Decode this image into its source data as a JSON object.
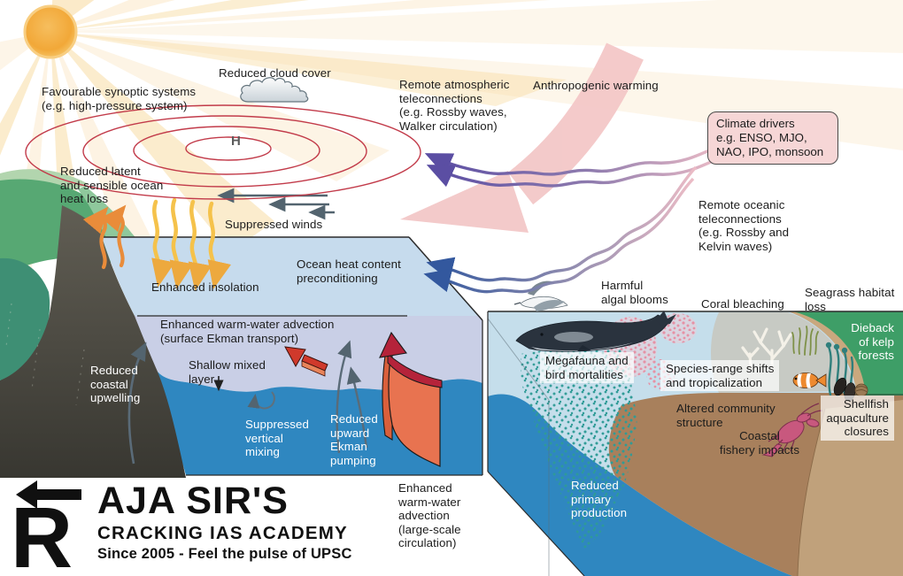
{
  "title": "Marine heatwave drivers and impacts diagram",
  "labels": {
    "favourable_synoptic": "Favourable synoptic systems\n(e.g. high-pressure system)",
    "reduced_cloud_cover": "Reduced cloud cover",
    "remote_atmospheric": "Remote atmospheric\nteleconnections\n(e.g. Rossby waves,\nWalker circulation)",
    "anthropogenic_warming": "Anthropogenic warming",
    "climate_drivers": "Climate drivers\ne.g. ENSO, MJO,\nNAO, IPO, monsoon",
    "remote_oceanic": "Remote oceanic\nteleconnections\n(e.g. Rossby and\nKelvin waves)",
    "reduced_latent": "Reduced latent\nand sensible ocean\nheat loss",
    "h_symbol": "H",
    "suppressed_winds": "Suppressed winds",
    "enhanced_insolation": "Enhanced insolation",
    "ocean_heat_preconditioning": "Ocean heat content\npreconditioning",
    "enhanced_warm_water_surface": "Enhanced warm-water advection\n(surface Ekman transport)",
    "shallow_mixed_layer": "Shallow mixed\nlayer",
    "reduced_coastal_upwelling": "Reduced\ncoastal\nupwelling",
    "suppressed_vertical_mixing": "Suppressed\nvertical\nmixing",
    "reduced_upward_ekman": "Reduced\nupward\nEkman\npumping",
    "enhanced_warm_water_large": "Enhanced\nwarm-water\nadvection\n(large-scale\ncirculation)",
    "harmful_algal_blooms": "Harmful\nalgal blooms",
    "coral_bleaching": "Coral bleaching",
    "seagrass_habitat_loss": "Seagrass habitat\nloss",
    "dieback_kelp": "Dieback\nof kelp\nforests",
    "megafauna": "Megafauna and\nbird mortalities",
    "species_range": "Species-range shifts\nand tropicalization",
    "altered_community": "Altered community\nstructure",
    "shellfish": "Shellfish\naquaculture\nclosures",
    "coastal_fishery": "Coastal\nfishery impacts",
    "reduced_primary": "Reduced\nprimary\nproduction"
  },
  "logo": {
    "initial": "R",
    "name": "AJA SIR'S",
    "academy": "CRACKING IAS ACADEMY",
    "tagline": "Since 2005 - Feel the pulse of UPSC"
  },
  "icons": {
    "sun-icon": "☀",
    "cloud-icon": "☁",
    "high-pressure-icon": "concentric isobar ellipses",
    "wind-arrows-icon": "←",
    "heat-loss-arrows-icon": "wavy ↑",
    "insolation-arrows-icon": "wavy ↓",
    "warming-arrow-icon": "broad curved ↙",
    "atmospheric-teleconnection-icon": "double wavy ←",
    "oceanic-teleconnection-icon": "double wavy ↙",
    "ekman-transport-arrow-icon": "3D ↖",
    "ekman-pumping-ribbon-icon": "curved ribbon ↑",
    "vertical-mixing-icon": "circular arrow",
    "upwelling-arrow-icon": "curved ↑",
    "seabird-icon": "gull",
    "whale-icon": "whale",
    "algal-bloom-dots-icon": "speckles",
    "coral-icon": "bleached coral",
    "seagrass-icon": "seagrass blades",
    "kelp-icon": "kelp fronds",
    "clownfish-icon": "clownfish",
    "shellfish-icon": "mussels and clam",
    "lobster-icon": "rock lobster",
    "logo-arrow-icon": "◄"
  },
  "colors": {
    "sun_core": "#F3AC3E",
    "sun_ray": "#F8DFAD",
    "isobar_red": "#C23B4A",
    "warming_pink": "#F3C6C6",
    "atmos_teleconnection_purple": "#5B4EA3",
    "ocean_teleconnection_blue": "#33589E",
    "climate_box_fill": "#F6D6D6",
    "climate_box_border": "#4A4A4A",
    "surface_water": "#C6DBED",
    "mixed_layer": "#C9CFE6",
    "deep_water": "#2F87C0",
    "right_surface_water": "#C5DEEB",
    "land_green": "#57A873",
    "land_teal": "#3E8F74",
    "cliff_dark": "#44423A",
    "coast_green_right": "#3E9E67",
    "seafloor_brown": "#A8805C",
    "seafloor_tan": "#C2A47E",
    "rockpool_gray": "#C7CAC4",
    "heat_loss_orange": "#E98C3A",
    "insolation_yellow": "#F5C24B",
    "wind_gray": "#53646F",
    "ekman_red": "#C8372B",
    "ekman_orange": "#E8744F",
    "bloom_teal": "#2E9B96",
    "bloom_pink": "#E592A6",
    "text_dark": "#1C1C1C",
    "text_white": "#FFFFFF"
  }
}
